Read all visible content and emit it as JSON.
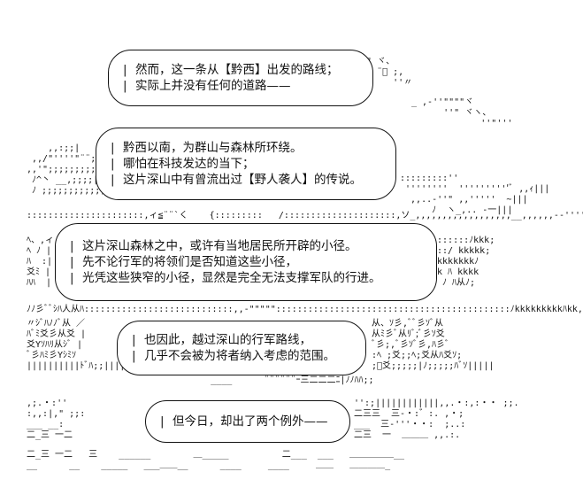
{
  "dialogues": [
    {
      "lines": [
        "然而，这一条从【黔西】出发的路线；",
        "实际上并没有任何的道路——"
      ]
    },
    {
      "lines": [
        "黔西以南，为群山与森林所环绕。",
        "哪怕在科技发达的当下；",
        "这片深山中有曾流出过【野人袭人】的传说。"
      ]
    },
    {
      "lines": [
        "这片深山森林之中，或许有当地居民所开辟的小径。",
        "先不论行军的将领们是否知道这些小径，",
        "光凭这些狭窄的小径，显然是完全无法支撑军队的行进。"
      ]
    },
    {
      "lines": [
        "也因此，越过深山的行军路线，",
        "几乎不会被为将者纳入考虑的范围。"
      ]
    },
    {
      "lines": [
        "但今日，却出了两个例外——"
      ]
    }
  ],
  "art": {
    "r1": "  \" ヾ、\n    ¨ﾞ ;,\n       ''〃",
    "r2": "_ ,-''\"\"\"\"ヾ\n      ''\" ヾヽ、\n             ''\"'''",
    "l2": "    ,,:;;|\n ,,/\"''''\"¨¨;;|\n,,'\";;;;;;;;;;;;;|\n ﾉ^丶 __,;;;;|\n ﾉ ;;;;;;;;;;;;;;丶.",
    "r2b": ":::::::::''  \n ''''''''  ''''''''''ﾞ ,,ｨ|||\n  ,,..-''\" ,,'''''  ~|||\n      ﾉ  ヽ_,.. -一|||",
    "mid": "::::::::::::::::::::::,ィ≦¨¨`く    {:::::::::   /:::::::::::::::::::::,ソ_,,,,,,,,,,,,,,,,,,__,,,,,,-‐''''\" /",
    "l3": "ﾍ、,ィ\nﾍ ﾉ |\nﾊ  :|\n爻ﾐ |\nﾊﾊ  |",
    "r3": ":::::::ﾉkkk;\n|::/ kkkkk;\n|kkkkkkkﾉ\n|k ﾊ kkkk\n  ﾉ ﾊ从ﾉ;",
    "row1": "ﾉﾉ彡ﾞﾞｼﾊ人从ﾊ::::::::::::::::::::::::::::,,-\"\"\"\"\"::::::::::::::::::::::::::::::::::::::::::::ﾉkkkkkkkkkﾊkk,;彡ミ彡爻;",
    "l4": "〃ｼﾞﾊﾉﾉﾞ从 ／\nﾊﾞﾐ爻彡从爻 |\n爻Yｿﾊﾘ从ｼﾞ |\nﾞ彡ﾊﾐ彡Yｼﾐｿ\n||||||||||ﾄﾞﾊ;;||||:ﾞ从ﾊﾞﾐ;;",
    "r4": "从、ｿ彡,ﾞﾞ彡ｿﾞ从\n从ﾐ彡ﾞ从ﾘﾞ;ﾞ彡ｿ爻\nﾞ彡;,ﾞ彡ｿﾞ彡,ﾊ彡ﾞ\n:ﾍ ;爻;;ﾍ;爻从ﾊ爻ｿ;\n;ﾞ爻;;;;;|ﾉ;;;;;ﾊﾞｿ|||||",
    "row2": "        ____      ¨¨¨¨¨¨ｰ三二二二ﾆ|ﾉﾉﾊﾊ;;",
    "l5": ",;.・:''\n:,,:|,\" ;;:\n___ __:\n二_三 一二",
    "r5": "'':;||||||||||||,,.・:,:・・ ;;.\n二三三  三-・:゛:. ,・;\n___  三-'''・・:  ;..:\n二三  一  ＿＿＿ ,,.:.",
    "floor": "二_三 一二   三    ______        ＿_____          二___  ___   ＿＿＿＿＿__\n__      __    _____   ___＿＿__      ____     ____     ＿＿   ＿＿＿＿_"
  }
}
